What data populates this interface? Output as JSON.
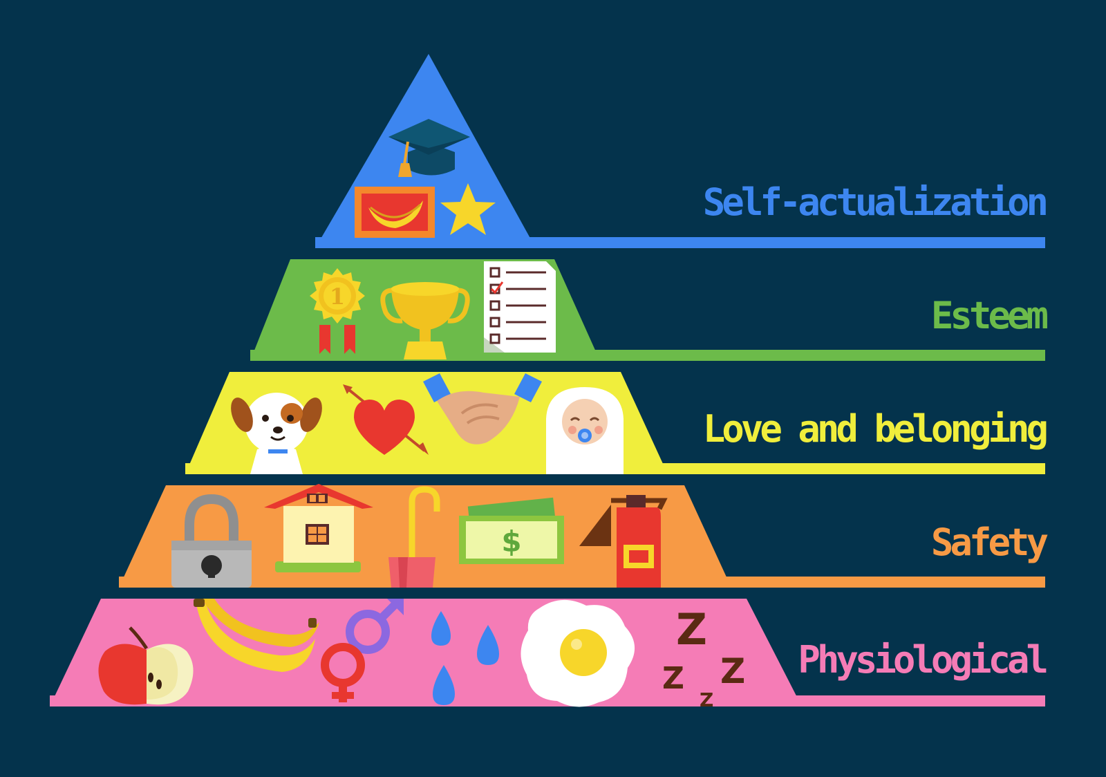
{
  "background": "#04334c",
  "levels": [
    {
      "name": "Self-actualization",
      "color": "#3d86f0",
      "icons": [
        "graduation-cap-icon",
        "framed-banana-picture-icon",
        "star-icon"
      ]
    },
    {
      "name": "Esteem",
      "color": "#6cbb4a",
      "icons": [
        "gold-medal-icon",
        "trophy-icon",
        "checklist-icon"
      ]
    },
    {
      "name": "Love and belonging",
      "color": "#f0ee3c",
      "icons": [
        "puppy-icon",
        "heart-with-arrow-icon",
        "handshake-icon",
        "baby-icon"
      ]
    },
    {
      "name": "Safety",
      "color": "#f79a45",
      "icons": [
        "padlock-icon",
        "house-icon",
        "umbrella-icon",
        "money-icon",
        "fire-extinguisher-icon"
      ]
    },
    {
      "name": "Physiological",
      "color": "#f57cb6",
      "icons": [
        "apple-icon",
        "bananas-icon",
        "gender-symbols-icon",
        "water-drops-icon",
        "fried-egg-icon",
        "sleep-zzz-icon"
      ]
    }
  ]
}
